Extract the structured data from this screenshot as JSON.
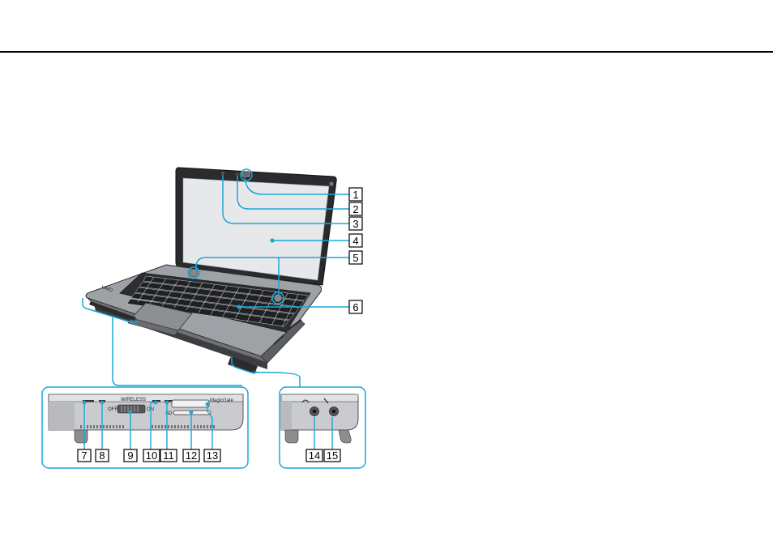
{
  "callouts": {
    "c1": "1",
    "c2": "2",
    "c3": "3",
    "c4": "4",
    "c5": "5",
    "c6": "6",
    "c7": "7",
    "c8": "8",
    "c9": "9",
    "c10": "10",
    "c11": "11",
    "c12": "12",
    "c13": "13",
    "c14": "14",
    "c15": "15"
  },
  "device_marks": {
    "wireless": "WIRELESS",
    "off": "OFF",
    "on": "ON",
    "sd": "SD",
    "ms": "MagicGate"
  },
  "colors": {
    "leader": "#1aa7d8",
    "body": "#b4b6b9",
    "screen": "#e7e8ea"
  }
}
